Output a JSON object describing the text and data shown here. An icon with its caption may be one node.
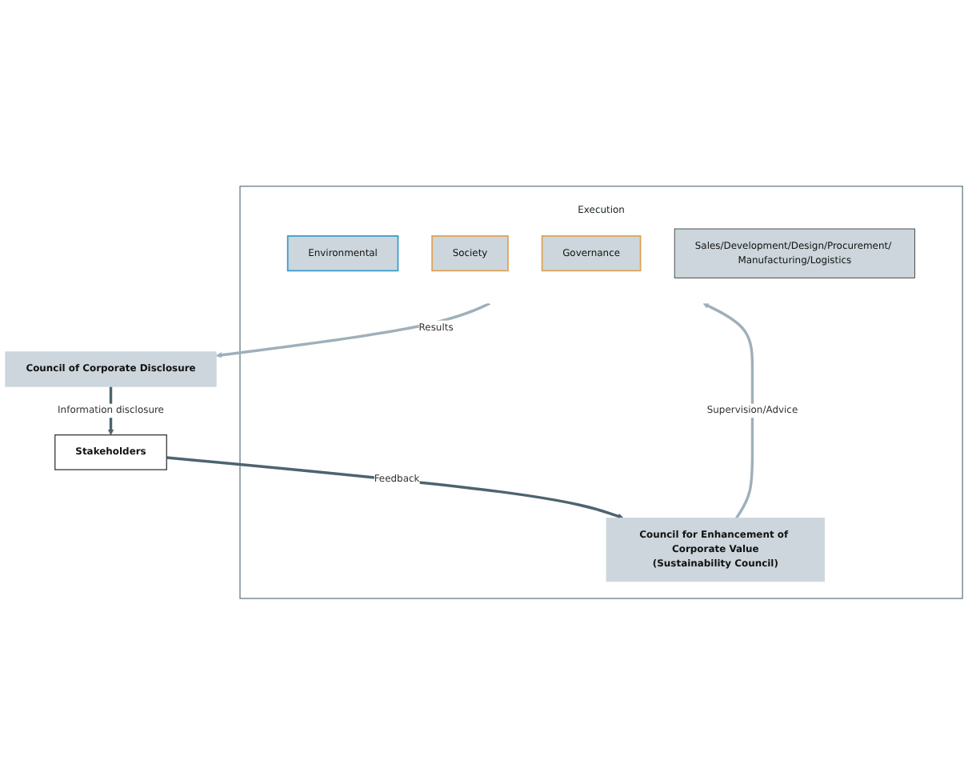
{
  "diagram": {
    "nodes": [
      {
        "text": [],
        "shape": "box"
      },
      {
        "text": [
          "Council for Enhancement of Corporate Value",
          "(Sustainability Council)"
        ],
        "in": 0
      },
      {
        "text": [
          "Execution"
        ],
        "in": 0
      },
      {
        "text": [
          "Environmental"
        ],
        "in": 2
      },
      {
        "text": [
          "Society"
        ],
        "in": 2
      },
      {
        "text": [
          "Governance"
        ],
        "in": 2
      },
      {
        "text": [
          "Sales/Development/Design/Procurement/ Manufacturing/Logistics"
        ],
        "in": 2
      },
      {
        "text": [
          "Council of Corporate Disclosure"
        ]
      },
      {
        "text": [
          "Stakeholders"
        ]
      }
    ],
    "edges": [
      {
        "from": 8,
        "to": 1,
        "arrow": "to",
        "label": "Feedback",
        "color": "#4d6470"
      },
      {
        "from": 1,
        "to": 2,
        "arrow": "to",
        "label": "Supervision/Advice"
      },
      {
        "from": 2,
        "to": 7,
        "arrow": "to",
        "label": "Results"
      },
      {
        "from": 7,
        "to": 8,
        "arrow": "to",
        "label": "Information disclosure",
        "color": "#4d6470"
      }
    ]
  }
}
